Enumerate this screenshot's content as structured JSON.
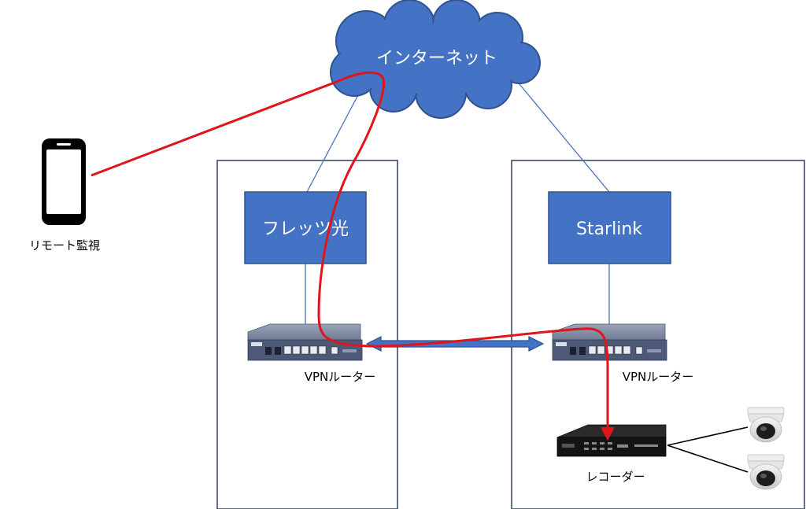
{
  "nodes": {
    "internet": {
      "label": "インターネット"
    },
    "flets": {
      "label": "フレッツ光"
    },
    "starlink": {
      "label": "Starlink"
    },
    "vpn_left": {
      "label": "VPNルーター"
    },
    "vpn_right": {
      "label": "VPNルーター"
    },
    "recorder": {
      "label": "レコーダー"
    },
    "remote": {
      "label": "リモート監視"
    }
  },
  "colors": {
    "box_fill": "#4472c4",
    "box_border": "#2f528f",
    "route": "#e0151a",
    "link": "#4a74b8",
    "frame": "#2f3f5f"
  }
}
